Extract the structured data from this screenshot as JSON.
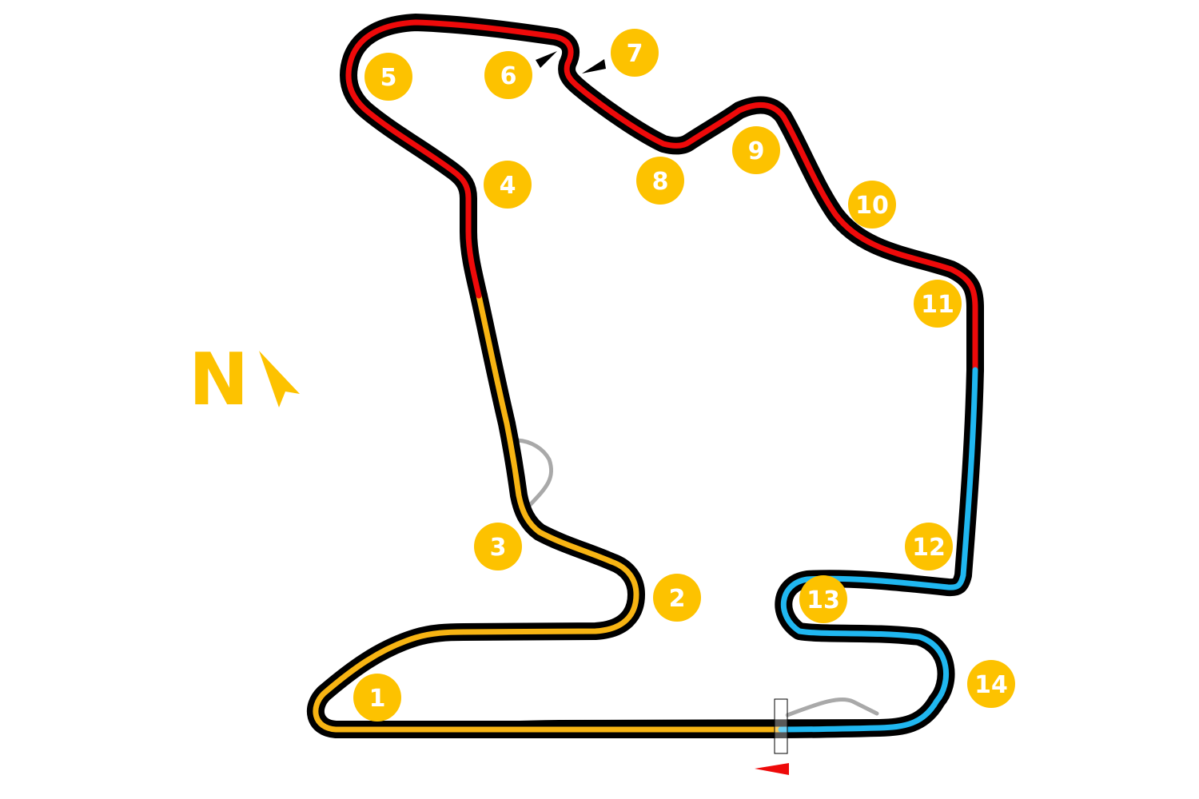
{
  "colors": {
    "sector1": "#f7b413",
    "sector2": "#ee0a0a",
    "sector3": "#20b7f0",
    "outline": "#000000",
    "marker": "#fdc200",
    "marker_text": "#ffffff",
    "runoff": "#a9a9a9",
    "start_flag": "#ee0a0a"
  },
  "north": {
    "label": "N",
    "icon": "north-arrow-icon"
  },
  "start_flag": {
    "icon": "start-direction-flag-icon"
  },
  "turns": [
    {
      "id": "turn-1",
      "label": "1"
    },
    {
      "id": "turn-2",
      "label": "2"
    },
    {
      "id": "turn-3",
      "label": "3"
    },
    {
      "id": "turn-4",
      "label": "4"
    },
    {
      "id": "turn-5",
      "label": "5"
    },
    {
      "id": "turn-6",
      "label": "6"
    },
    {
      "id": "turn-7",
      "label": "7"
    },
    {
      "id": "turn-8",
      "label": "8"
    },
    {
      "id": "turn-9",
      "label": "9"
    },
    {
      "id": "turn-10",
      "label": "10"
    },
    {
      "id": "turn-11",
      "label": "11"
    },
    {
      "id": "turn-12",
      "label": "12"
    },
    {
      "id": "turn-13",
      "label": "13"
    },
    {
      "id": "turn-14",
      "label": "14"
    }
  ]
}
